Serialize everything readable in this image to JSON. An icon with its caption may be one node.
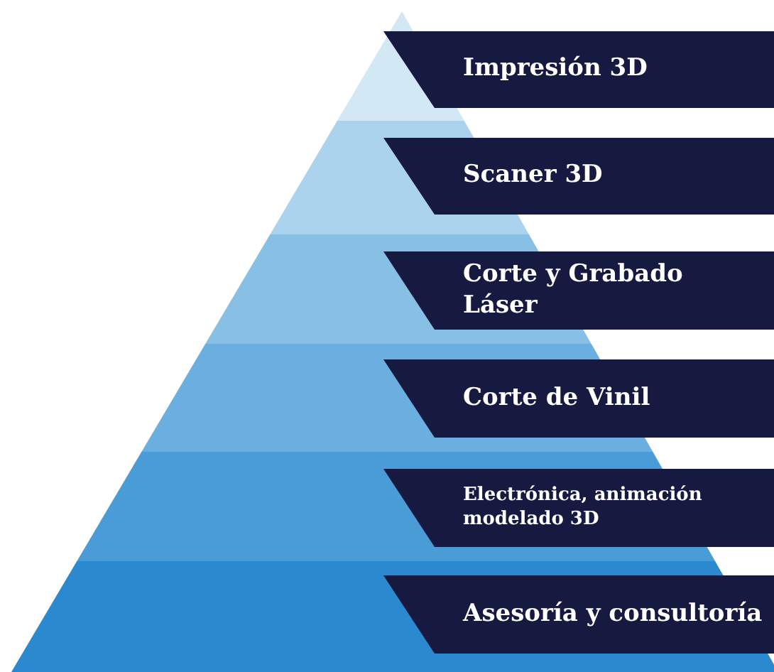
{
  "diagram": {
    "nodes": [
      {
        "text": [
          "Impresión 3D"
        ]
      },
      {
        "text": [
          "Scaner 3D"
        ]
      },
      {
        "text": [
          "Corte y Grabado Láser"
        ]
      },
      {
        "text": [
          "Corte de Vinil"
        ]
      },
      {
        "text": [
          "Electrónica, animación modelado 3D"
        ]
      },
      {
        "text": [
          "Asesoría y consultoría"
        ]
      }
    ]
  }
}
